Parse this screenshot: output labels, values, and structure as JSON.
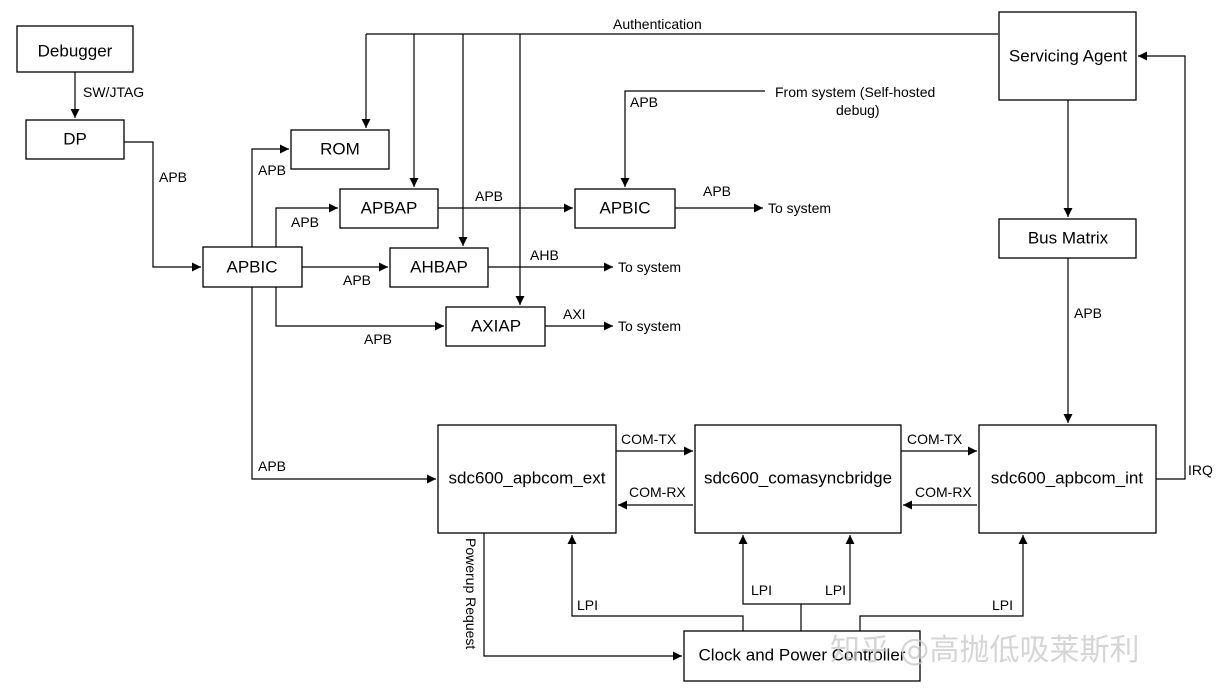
{
  "blocks": {
    "debugger": "Debugger",
    "dp": "DP",
    "rom": "ROM",
    "apbap": "APBAP",
    "apbic_main": "APBIC",
    "ahbap": "AHBAP",
    "axiap": "AXIAP",
    "apbic_sys": "APBIC",
    "servicing_agent": "Servicing Agent",
    "bus_matrix": "Bus Matrix",
    "apbcom_ext": "sdc600_apbcom_ext",
    "comasyncbridge": "sdc600_comasyncbridge",
    "apbcom_int": "sdc600_apbcom_int",
    "clock_power": "Clock and Power Controller"
  },
  "labels": {
    "sw_jtag": "SW/JTAG",
    "authentication": "Authentication",
    "from_system_1": "From system (Self-hosted",
    "from_system_2": "debug)",
    "apb": "APB",
    "ahb": "AHB",
    "axi": "AXI",
    "to_system": "To system",
    "com_tx": "COM-TX",
    "com_rx": "COM-RX",
    "irq": "IRQ",
    "lpi": "LPI",
    "powerup_request": "Powerup Request"
  },
  "watermark": "知乎 @高抛低吸莱斯利"
}
